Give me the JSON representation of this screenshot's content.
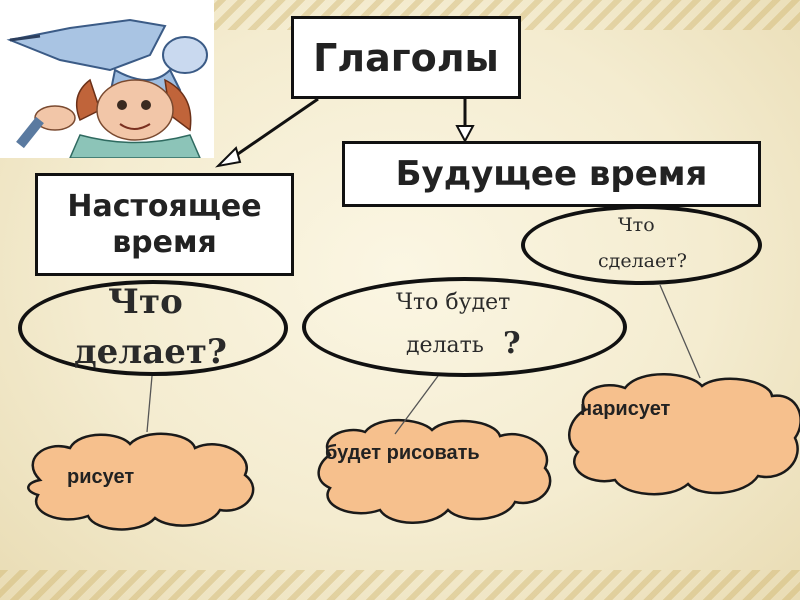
{
  "root": {
    "label": "Глаголы"
  },
  "present": {
    "label_line1": "Настоящее",
    "label_line2": "время",
    "question_line1": "Что",
    "question_line2": "делает?",
    "answer": "рисует"
  },
  "future": {
    "label": "Будущее время",
    "imperfective": {
      "question_line1": "Что будет",
      "question_line2": "делать",
      "question_mark": "?",
      "answer": "будет рисовать"
    },
    "perfective": {
      "question_line1": "Что",
      "question_line2": "сделает?",
      "answer": "нарисует"
    }
  },
  "colors": {
    "cloud_fill": "#f6c08d",
    "box_fill": "#ffffff",
    "outline": "#111111",
    "background": "#f6efd6"
  },
  "icons": [
    "wizard-character-image"
  ]
}
